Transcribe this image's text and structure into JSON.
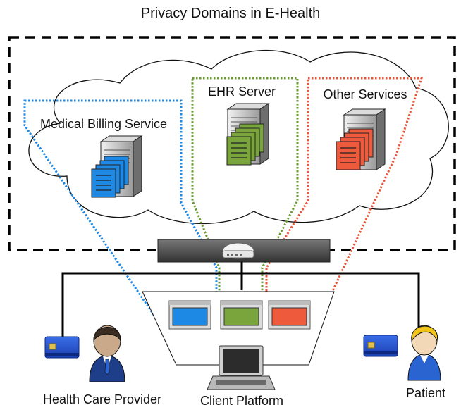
{
  "title": "Privacy Domains in E-Health",
  "domains": {
    "billing": {
      "label": "Medical Billing Service",
      "color": "#1e88e5"
    },
    "ehr": {
      "label": "EHR Server",
      "color": "#6a9a32"
    },
    "other": {
      "label": "Other Services",
      "color": "#e8553a"
    }
  },
  "actors": {
    "provider": {
      "label": "Health Care Provider"
    },
    "client": {
      "label": "Client Platform"
    },
    "patient": {
      "label": "Patient"
    }
  },
  "colors": {
    "billing": "#1e88e5",
    "ehr": "#7aa53c",
    "other": "#ee5a3c",
    "network_bar": "#555555"
  },
  "icons": [
    "cloud-icon",
    "server-icon",
    "document-stack-icon",
    "router-icon",
    "laptop-icon",
    "smart-card-icon",
    "person-icon",
    "window-icon"
  ]
}
